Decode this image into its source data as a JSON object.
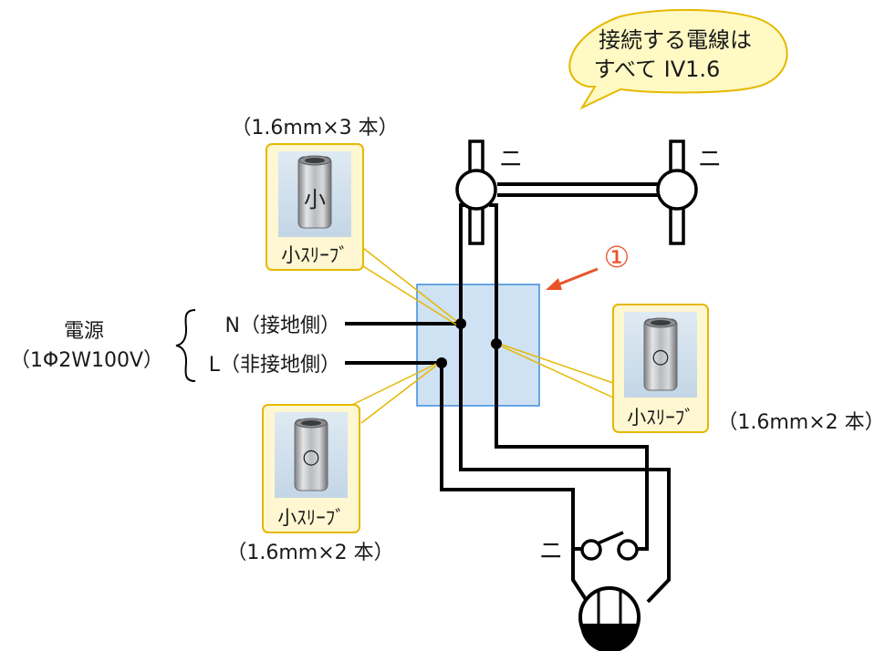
{
  "callout": {
    "line1": "接続する電線は",
    "line2": "すべて IV1.6"
  },
  "power": {
    "title": "電源",
    "spec": "（1Φ2W100V）",
    "neutral": "N（接地側）",
    "live": "L（非接地側）"
  },
  "box_marker": "①",
  "sleeves": [
    {
      "id": "top-left",
      "stamp": "小",
      "caption": "小ｽﾘｰﾌﾞ",
      "count": "（1.6mm×3 本）"
    },
    {
      "id": "right",
      "stamp": "○",
      "caption": "小ｽﾘｰﾌﾞ",
      "count": "（1.6mm×2 本）"
    },
    {
      "id": "bottom-left",
      "stamp": "○",
      "caption": "小ｽﾘｰﾌﾞ",
      "count": "（1.6mm×2 本）"
    }
  ],
  "wire_marks": {
    "outlet_left": "ニ",
    "outlet_right": "ニ",
    "switch": "ニ"
  },
  "colors": {
    "callout_fill": "#fff9c4",
    "callout_stroke": "#e6b800",
    "box_fill": "#cfe2f3",
    "box_stroke": "#3c8dde",
    "marker": "#e8542a",
    "leader": "#e6b800",
    "sleeve_panel": "#fff7d1",
    "sleeve_border": "#e6b800"
  },
  "icons": [
    "speech-bubble",
    "outlet-symbol",
    "switch-symbol",
    "lamp-symbol",
    "sleeve-photo",
    "arrow"
  ]
}
